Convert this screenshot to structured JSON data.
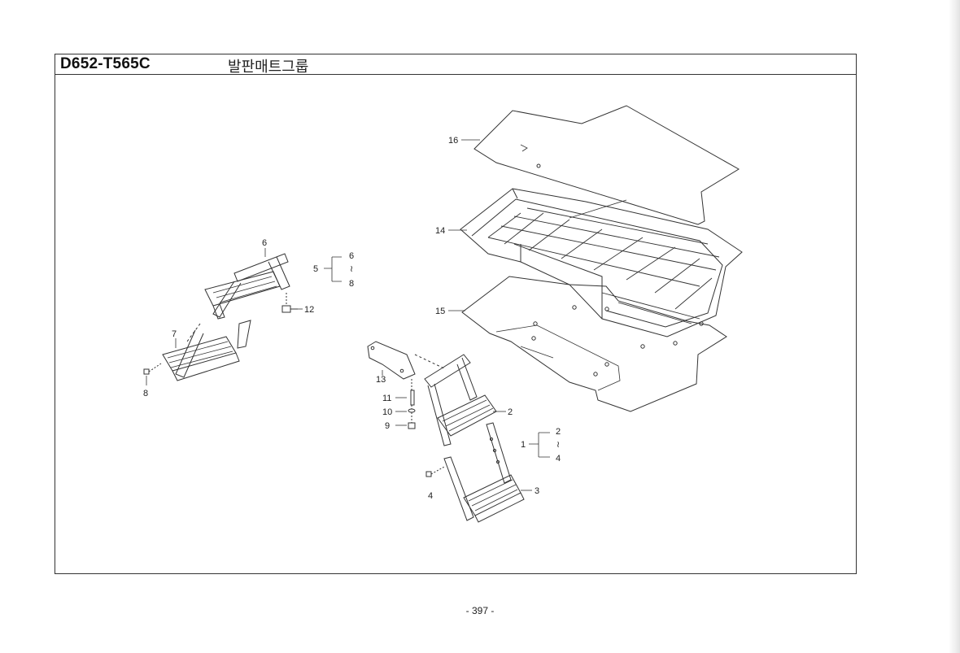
{
  "header": {
    "model_code": "D652-T565C",
    "group_title": "발판매트그룹"
  },
  "callouts": [
    {
      "id": "16",
      "label": "16"
    },
    {
      "id": "14",
      "label": "14"
    },
    {
      "id": "15",
      "label": "15"
    },
    {
      "id": "6",
      "label": "6"
    },
    {
      "id": "5",
      "label": "5"
    },
    {
      "id": "5-from",
      "label": "6"
    },
    {
      "id": "5-tilde",
      "label": "≀"
    },
    {
      "id": "5-to",
      "label": "8"
    },
    {
      "id": "12",
      "label": "12"
    },
    {
      "id": "7",
      "label": "7"
    },
    {
      "id": "8",
      "label": "8"
    },
    {
      "id": "13",
      "label": "13"
    },
    {
      "id": "11",
      "label": "11"
    },
    {
      "id": "10",
      "label": "10"
    },
    {
      "id": "9",
      "label": "9"
    },
    {
      "id": "2",
      "label": "2"
    },
    {
      "id": "1",
      "label": "1"
    },
    {
      "id": "1-from",
      "label": "2"
    },
    {
      "id": "1-tilde",
      "label": "≀"
    },
    {
      "id": "1-to",
      "label": "4"
    },
    {
      "id": "3",
      "label": "3"
    },
    {
      "id": "4",
      "label": "4"
    }
  ],
  "footer": {
    "page_number": "- 397 -"
  }
}
